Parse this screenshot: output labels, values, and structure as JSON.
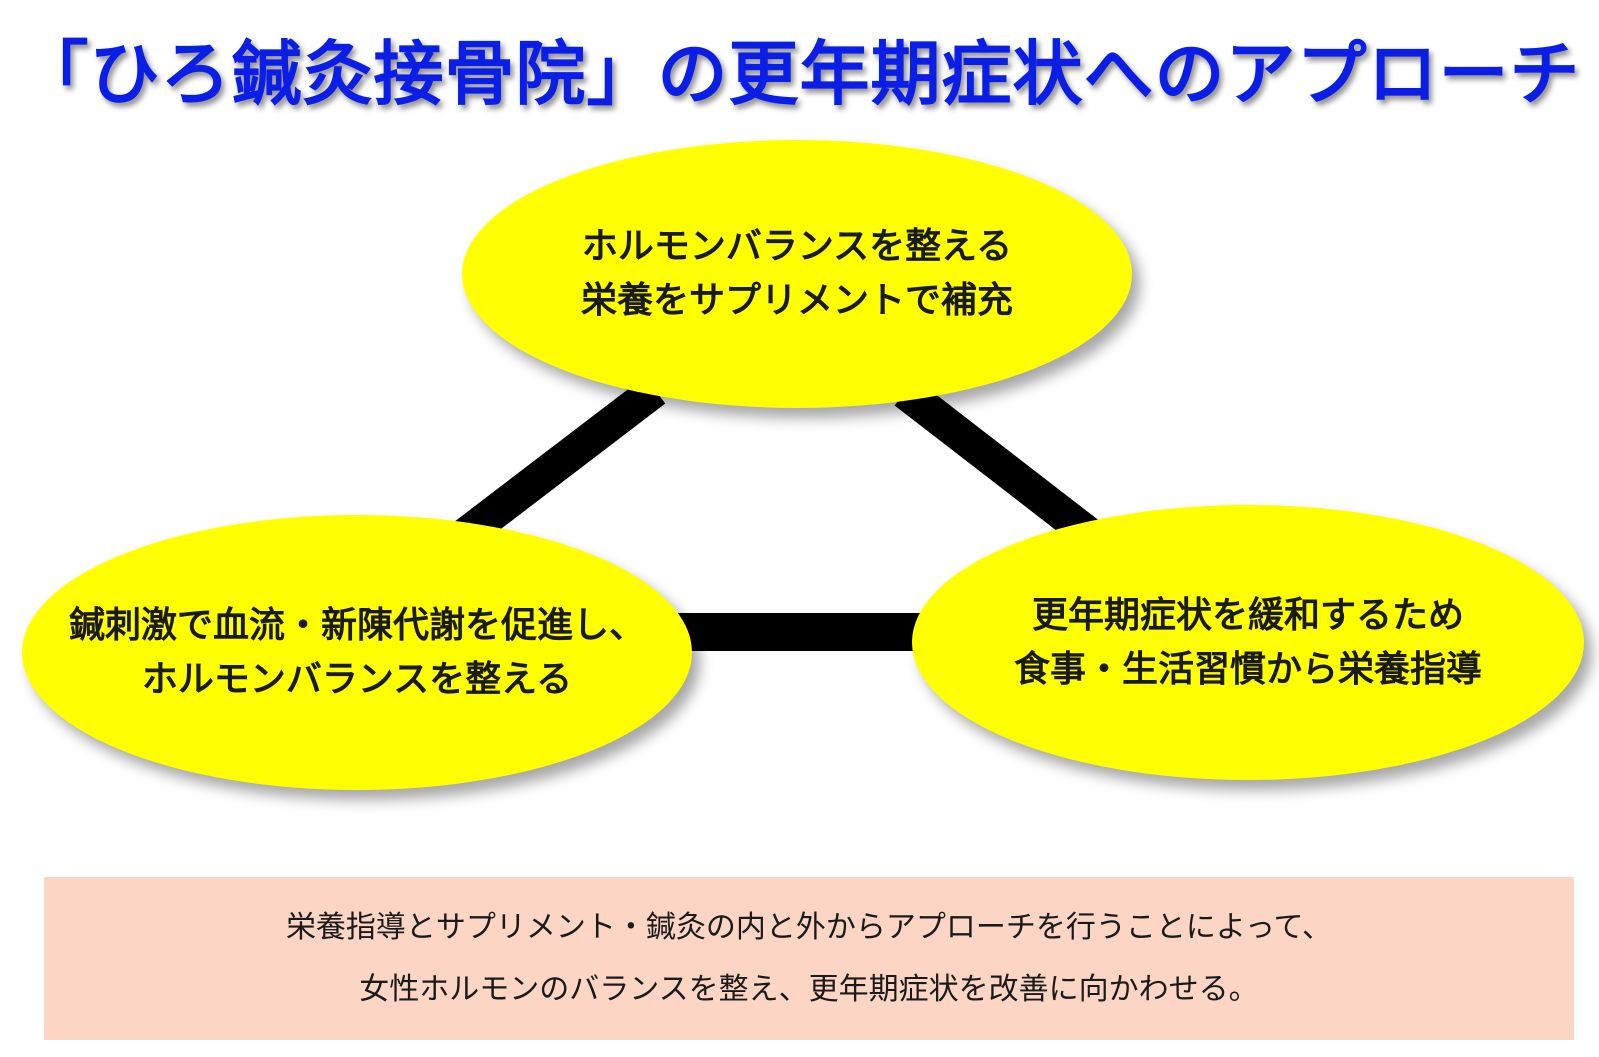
{
  "title": "「ひろ鍼灸接骨院」の更年期症状へのアプローチ",
  "nodes": {
    "top": {
      "line1": "ホルモンバランスを整える",
      "line2": "栄養をサプリメントで補充"
    },
    "left": {
      "line1": "鍼刺激で血流・新陳代謝を促進し、",
      "line2": "ホルモンバランスを整える"
    },
    "right": {
      "line1": "更年期症状を緩和するため",
      "line2": "食事・生活習慣から栄養指導"
    }
  },
  "summary": {
    "line1": "栄養指導とサプリメント・鍼灸の内と外からアプローチを行うことによって、",
    "line2": "女性ホルモンのバランスを整え、更年期症状を改善に向かわせる。"
  },
  "colors": {
    "title": "#0a1ee8",
    "ellipse_fill": "#ffff00",
    "connector": "#000000",
    "summary_bg": "#fcd5c4"
  }
}
